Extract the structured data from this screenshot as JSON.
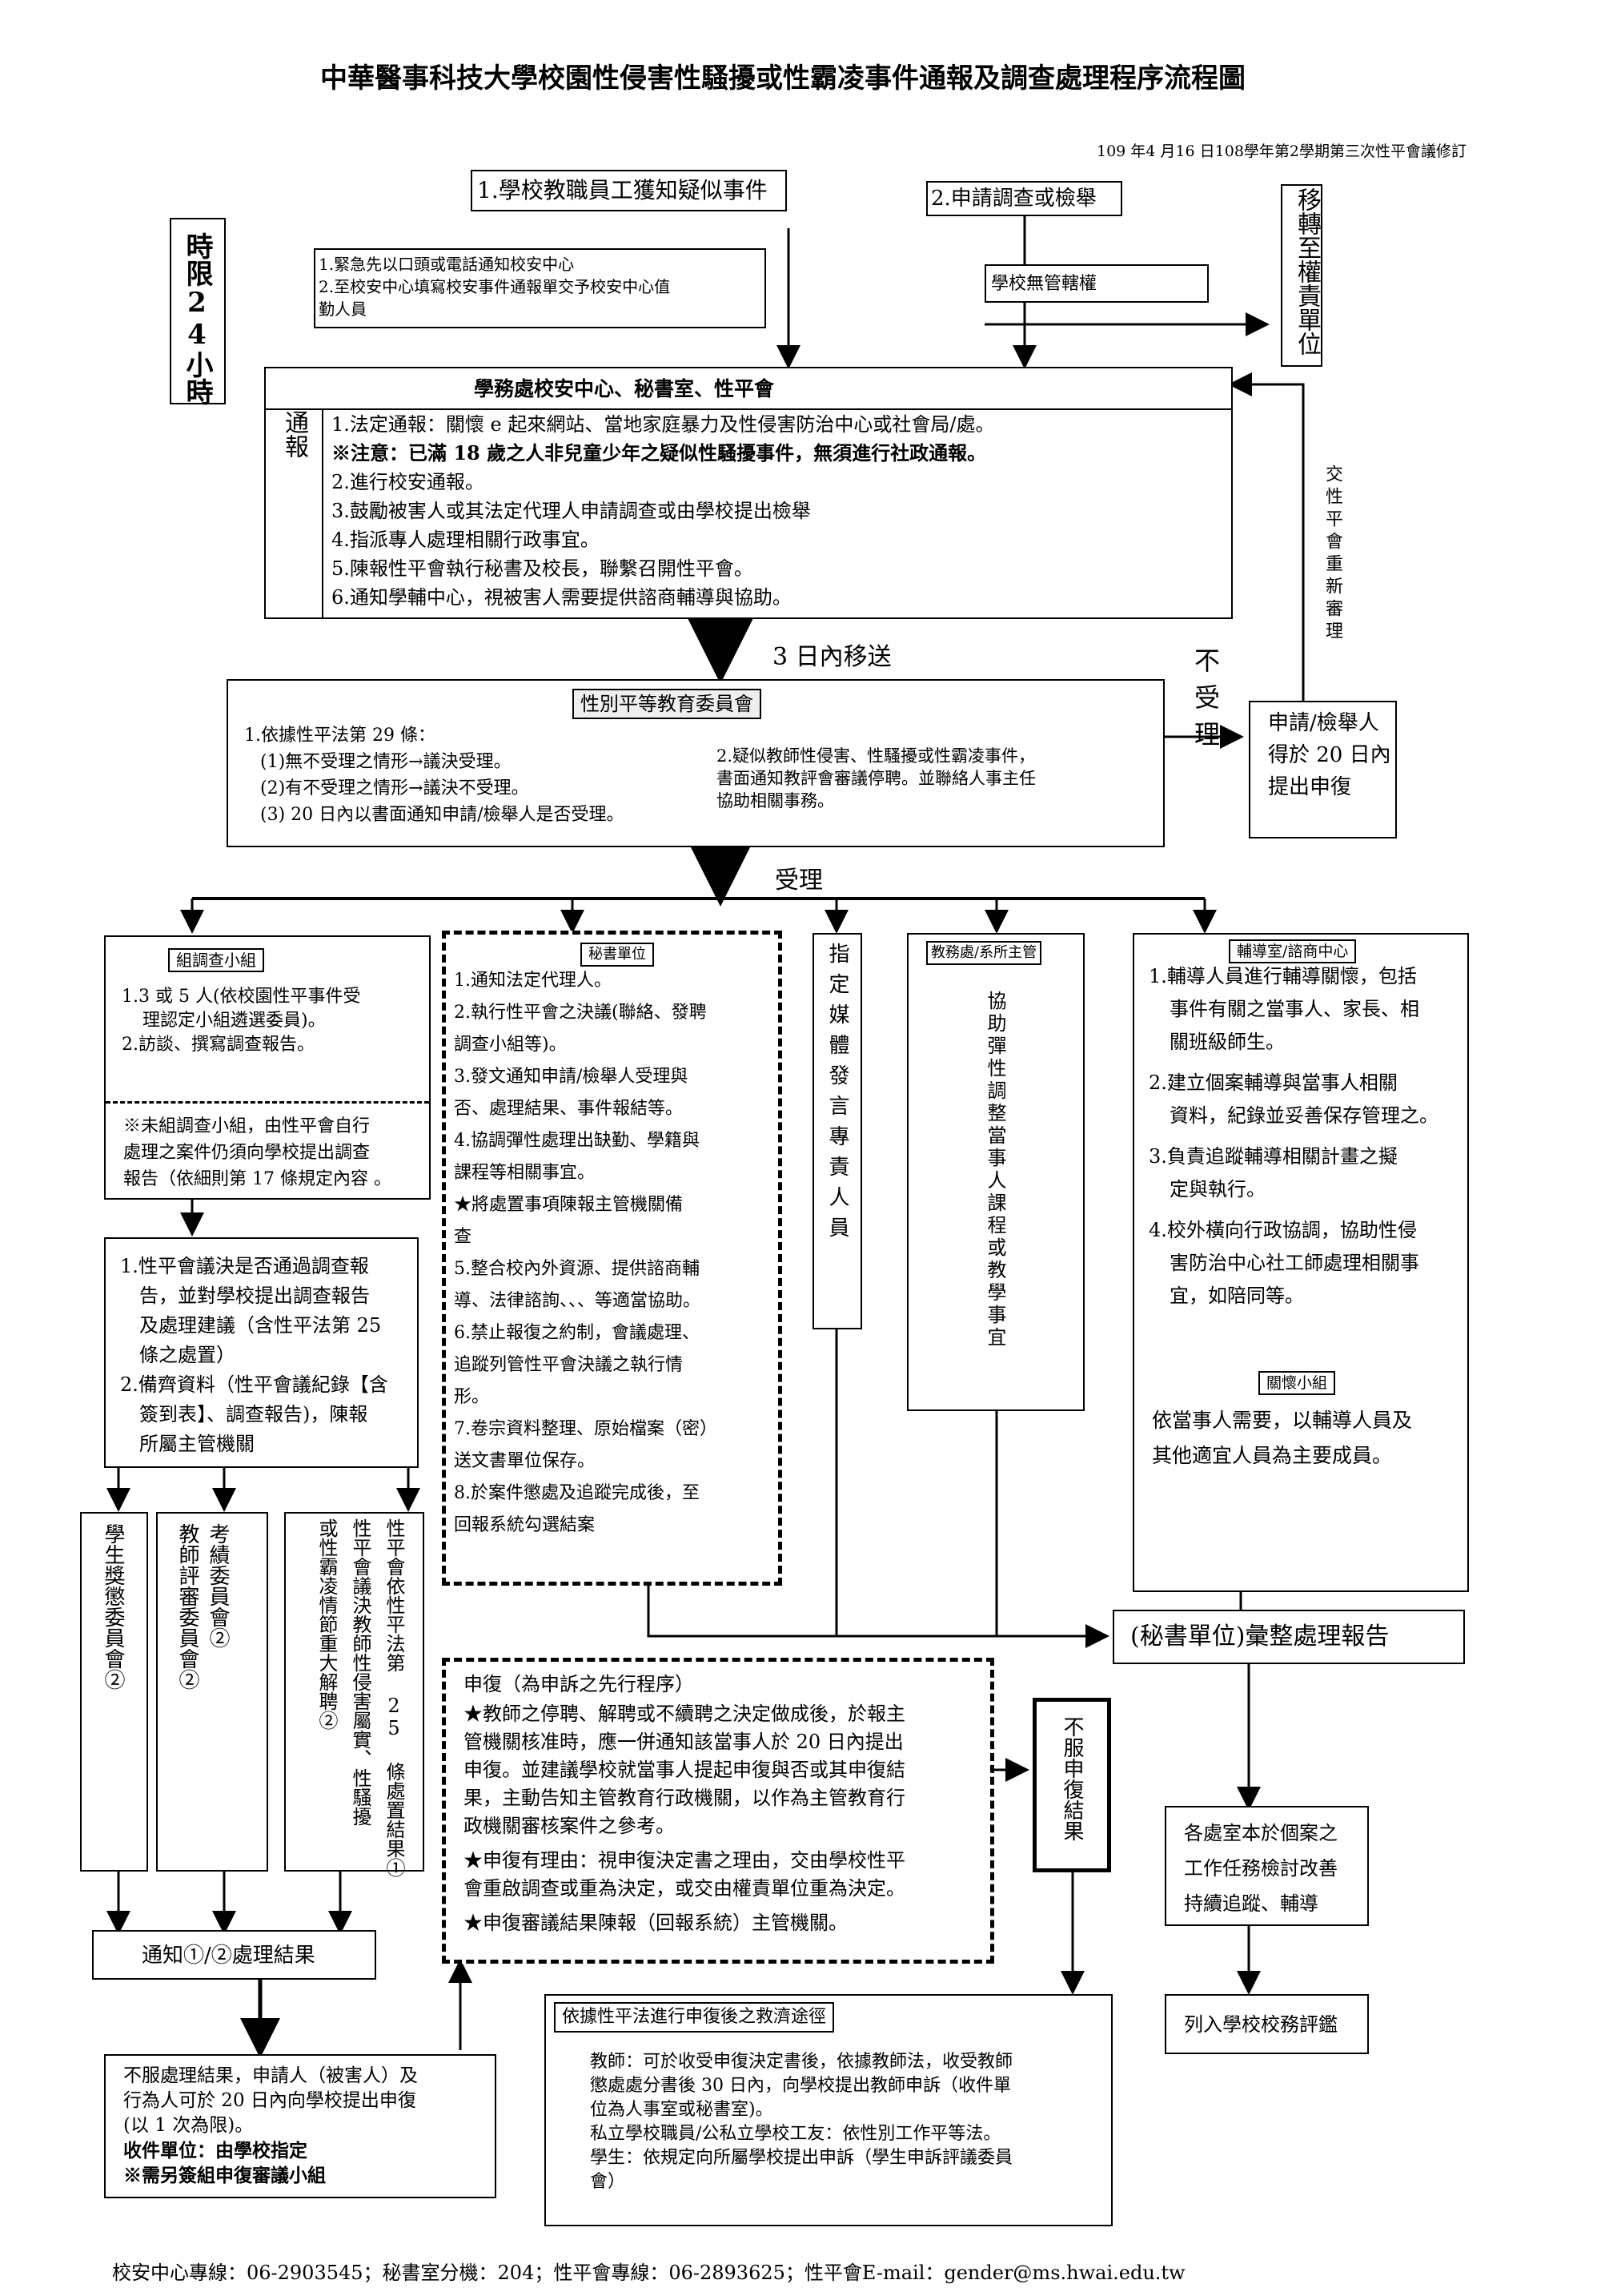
{
  "header": {
    "title": "中華醫事科技大學校園性侵害性騷擾或性霸凌事件通報及調查處理程序流程圖",
    "revision": "109 年4 月16 日108學年第2學期第三次性平會議修訂"
  },
  "start": {
    "staff_event": "1.學校教職員工獲知疑似事件",
    "apply_event": "2.申請調查或檢舉",
    "time_limit": "時限24小時",
    "notify_steps": [
      "1.緊急先以口頭或電話通知校安中心",
      "2.至校安中心填寫校安事件通報單交予校安中心值",
      "勤人員"
    ],
    "no_jurisdiction": "學校無管轄權",
    "transfer": "移轉至權責單位"
  },
  "report_box": {
    "title": "學務處校安中心、秘書室、性平會",
    "side_label": "通報",
    "items": [
      "1.法定通報：關懷 e 起來網站、當地家庭暴力及性侵害防治中心或社會局/處。",
      "※注意：已滿 18 歲之人非兒童少年之疑似性騷擾事件，無須進行社政通報。",
      "2.進行校安通報。",
      "3.鼓勵被害人或其法定代理人申請調查或由學校提出檢舉",
      "4.指派專人處理相關行政事宜。",
      "5.陳報性平會執行秘書及校長，聯繫召開性平會。",
      "6.通知學輔中心，視被害人需要提供諮商輔導與協助。"
    ],
    "transfer_label": "3 日內移送",
    "review_label": "交性平會重新審理"
  },
  "committee": {
    "title": "性別平等教育委員會",
    "left_items": [
      "1.依據性平法第 29 條：",
      "(1)無不受理之情形→議決受理。",
      "(2)有不受理之情形→議決不受理。",
      "(3) 20 日內以書面通知申請/檢舉人是否受理。"
    ],
    "right_items": [
      "2.疑似教師性侵害、性騷擾或性霸凌事件，",
      "書面通知教評會審議停聘。並聯絡人事主任",
      "協助相關事務。"
    ],
    "reject_label": "不受理",
    "appeal_box": [
      "申請/檢舉人",
      "得於 20 日內",
      "提出申復"
    ],
    "accept_label": "受理"
  },
  "investigation": {
    "tag": "組調查小組",
    "items": [
      "1.3 或 5 人(依校園性平事件受",
      "理認定小組遴選委員)。",
      "2.訪談、撰寫調查報告。"
    ],
    "note": [
      "※未組調查小組，由性平會自行",
      "處理之案件仍須向學校提出調查",
      "報告（依細則第 17 條規定內容 。"
    ]
  },
  "secretariat": {
    "tag": "秘書單位",
    "items": [
      "1.通知法定代理人。",
      "2.執行性平會之決議(聯絡、發聘",
      "調查小組等)。",
      "3.發文通知申請/檢舉人受理與",
      "否、處理結果、事件報結等。",
      "4.協調彈性處理出缺勤、學籍與",
      "課程等相關事宜。",
      "★將處置事項陳報主管機關備",
      "查",
      "5.整合校內外資源、提供諮商輔",
      "導、法律諮詢、、、等適當協助。",
      "6.禁止報復之約制，會議處理、",
      "追蹤列管性平會決議之執行情",
      "形。",
      "7.卷宗資料整理、原始檔案（密）",
      "送文書單位保存。",
      "8.於案件懲處及追蹤完成後，至",
      "回報系統勾選結案"
    ]
  },
  "media": {
    "text": "指定媒體發言專責人員"
  },
  "academic": {
    "tag": "教務處/系所主管",
    "text": "協助彈性調整當事人課程或教學事宜"
  },
  "counseling": {
    "tag": "輔導室/諮商中心",
    "items": [
      "1.輔導人員進行輔導關懷，包括",
      "事件有關之當事人、家長、相",
      "關班級師生。",
      "2.建立個案輔導與當事人相關",
      "資料，紀錄並妥善保存管理之。",
      "3.負責追蹤輔導相關計畫之擬",
      "定與執行。",
      "4.校外橫向行政協調，協助性侵",
      "害防治中心社工師處理相關事",
      "宜，如陪同等。"
    ],
    "care_tag": "關懷小組",
    "care_items": [
      "依當事人需要，以輔導人員及",
      "其他適宜人員為主要成員。"
    ]
  },
  "decision": {
    "items": [
      "1.性平會議決是否通過調查報",
      "告，並對學校提出調查報告",
      "及處理建議（含性平法第 25",
      "條之處置）",
      "2.備齊資料（性平會議紀錄【含",
      "簽到表】、調查報告)，陳報",
      "所屬主管機關"
    ]
  },
  "committees": {
    "student": "學生獎懲委員會②",
    "teacher": "考績委員會②教師評審委員會②",
    "teacher_line1": "考績委員會②",
    "teacher_line2": "教師評審委員會②",
    "severe_line1": "性平會依性平法第 25 條處置結果①",
    "severe_line2": "性平會議決教師性侵害屬實、性騷擾",
    "severe_line3": "或性霸凌情節重大解聘②"
  },
  "notify_result": "通知①/②處理結果",
  "summary": "(秘書單位)彙整處理報告",
  "appeal": {
    "title": "申復（為申訴之先行程序）",
    "items": [
      "★教師之停聘、解聘或不續聘之決定做成後，於報主",
      "管機關核准時，應一併通知該當事人於 20 日內提出",
      "申復。並建議學校就當事人提起申復與否或其申復結",
      "果，主動告知主管教育行政機關，以作為主管教育行",
      "政機關審核案件之參考。",
      "★申復有理由：視申復決定書之理由，交由學校性平",
      "會重啟調查或重為決定，或交由權責單位重為決定。",
      "★申復審議結果陳報（回報系統）主管機關。"
    ],
    "disagree": "不服申復結果"
  },
  "improve": [
    "各處室本於個案之",
    "工作任務檢討改善",
    "持續追蹤、輔導"
  ],
  "evaluation": "列入學校校務評鑑",
  "dissatisfied": {
    "items": [
      "不服處理結果，申請人（被害人）及",
      "行為人可於 20 日內向學校提出申復",
      "(以 1 次為限)。",
      "收件單位：由學校指定",
      "※需另簽組申復審議小組"
    ]
  },
  "relief": {
    "title": "依據性平法進行申復後之救濟途徑",
    "items": [
      "教師：可於收受申復決定書後，依據教師法，收受教師",
      "懲處處分書後 30 日內，向學校提出教師申訴（收件單",
      "位為人事室或秘書室)。",
      "私立學校職員/公私立學校工友：依性別工作平等法。",
      "學生：依規定向所屬學校提出申訴（學生申訴評議委員",
      "會）"
    ]
  },
  "footer": "校安中心專線：06-2903545；秘書室分機：204；性平會專線：06-2893625；性平會E-mail：gender@ms.hwai.edu.tw"
}
